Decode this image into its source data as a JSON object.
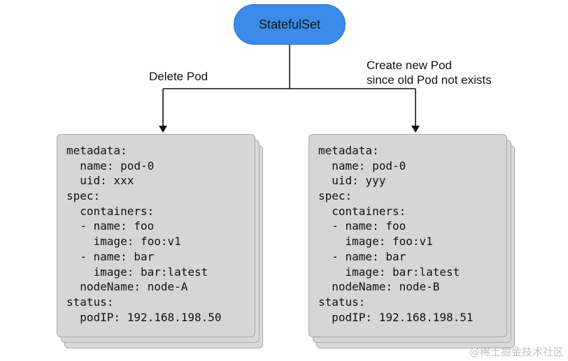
{
  "root": {
    "label": "StatefulSet",
    "fill_color": "#3d8be8"
  },
  "edges": {
    "left": {
      "lines": [
        "Delete Pod"
      ]
    },
    "right": {
      "lines": [
        "Create new Pod",
        "since old Pod not exists"
      ]
    }
  },
  "pods": {
    "left": {
      "lines": [
        "metadata:",
        "  name: pod-0",
        "  uid: xxx",
        "spec:",
        "  containers:",
        "  - name: foo",
        "    image: foo:v1",
        "  - name: bar",
        "    image: bar:latest",
        "  nodeName: node-A",
        "status:",
        "  podIP: 192.168.198.50"
      ]
    },
    "right": {
      "lines": [
        "metadata:",
        "  name: pod-0",
        "  uid: yyy",
        "spec:",
        "  containers:",
        "  - name: foo",
        "    image: foo:v1",
        "  - name: bar",
        "    image: bar:latest",
        "  nodeName: node-B",
        "status:",
        "  podIP: 192.168.198.51"
      ]
    }
  },
  "watermark": "@稀土掘金技术社区"
}
